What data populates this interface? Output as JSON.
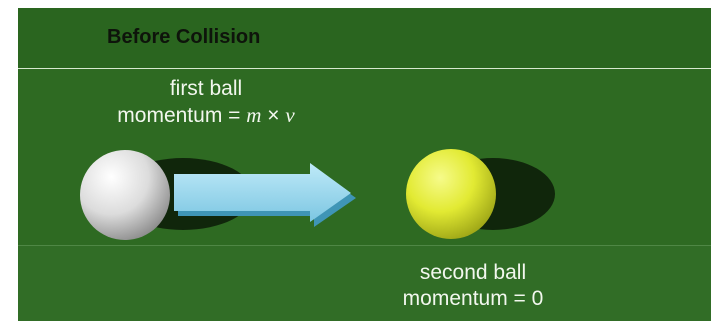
{
  "header": {
    "title": "Before Collision"
  },
  "first_ball": {
    "name": "first ball",
    "momentum_prefix": "momentum = ",
    "mass_symbol": "m",
    "times_symbol": "×",
    "velocity_symbol": "v"
  },
  "second_ball": {
    "name": "second ball",
    "momentum_text": "momentum = 0"
  },
  "colors": {
    "table_green": "#2e6a22",
    "first_ball": "#ececec",
    "second_ball": "#e4ec3a",
    "arrow": "#8fd0ea"
  }
}
